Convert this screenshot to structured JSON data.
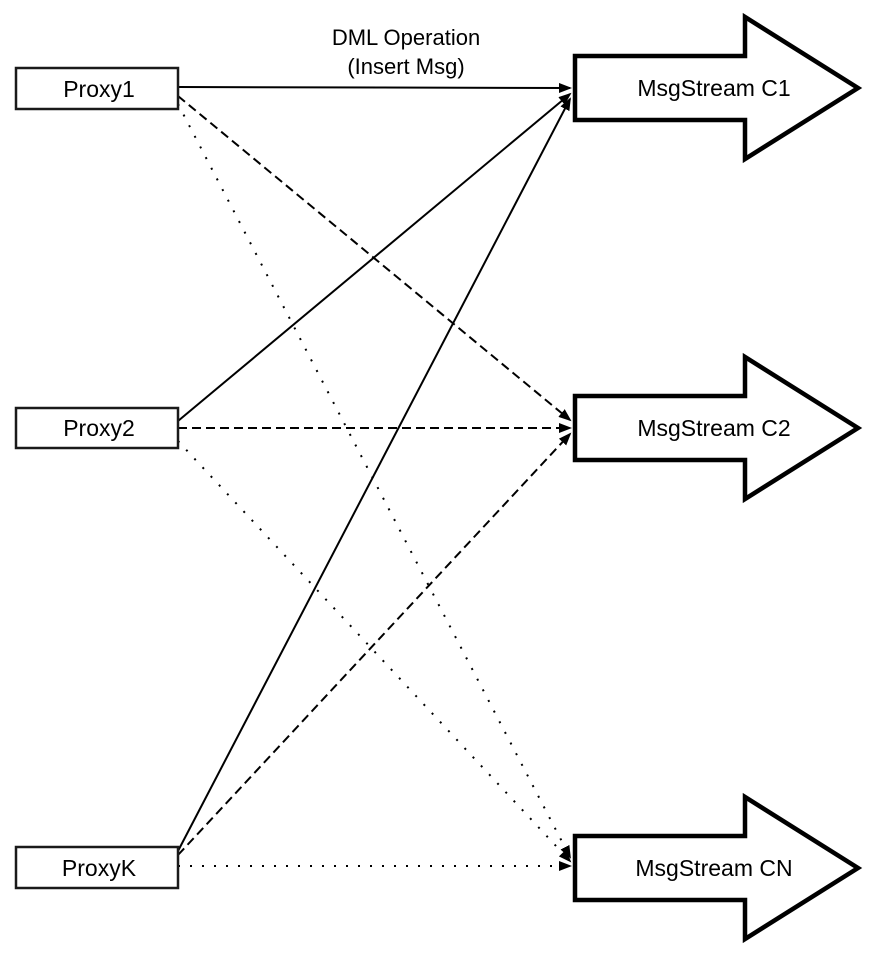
{
  "diagram": {
    "title": {
      "line1": "DML Operation",
      "line2": "(Insert Msg)"
    },
    "proxies": [
      {
        "id": "proxy1",
        "label": "Proxy1"
      },
      {
        "id": "proxy2",
        "label": "Proxy2"
      },
      {
        "id": "proxyk",
        "label": "ProxyK"
      }
    ],
    "streams": [
      {
        "id": "c1",
        "label": "MsgStream C1"
      },
      {
        "id": "c2",
        "label": "MsgStream C2"
      },
      {
        "id": "cn",
        "label": "MsgStream CN"
      }
    ],
    "connections": [
      {
        "from": "Proxy1",
        "to": "MsgStream C1",
        "line_style": "solid"
      },
      {
        "from": "Proxy1",
        "to": "MsgStream C2",
        "line_style": "dashed"
      },
      {
        "from": "Proxy1",
        "to": "MsgStream CN",
        "line_style": "dotted"
      },
      {
        "from": "Proxy2",
        "to": "MsgStream C1",
        "line_style": "solid"
      },
      {
        "from": "Proxy2",
        "to": "MsgStream C2",
        "line_style": "dashed"
      },
      {
        "from": "Proxy2",
        "to": "MsgStream CN",
        "line_style": "dotted"
      },
      {
        "from": "ProxyK",
        "to": "MsgStream C1",
        "line_style": "solid"
      },
      {
        "from": "ProxyK",
        "to": "MsgStream C2",
        "line_style": "dashed"
      },
      {
        "from": "ProxyK",
        "to": "MsgStream CN",
        "line_style": "dotted"
      }
    ],
    "colors": {
      "background": "#ffffff",
      "shape_fill": "#ffffff",
      "shape_border": "#000000",
      "line": "#000000",
      "text": "#000000"
    }
  }
}
